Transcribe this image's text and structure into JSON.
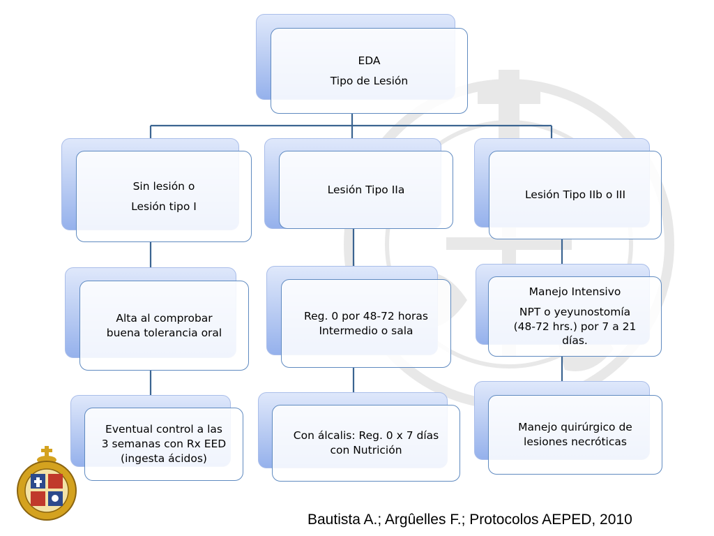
{
  "root": {
    "lines": [
      "EDA",
      "Tipo de Lesión"
    ]
  },
  "branches": [
    {
      "header": {
        "lines": [
          "Sin lesión o",
          "Lesión tipo I"
        ]
      },
      "steps": [
        {
          "lines": [
            "Alta al comprobar",
            "buena tolerancia oral"
          ]
        },
        {
          "lines": [
            "Eventual control a las",
            "3 semanas con Rx EED",
            "(ingesta ácidos)"
          ]
        }
      ]
    },
    {
      "header": {
        "lines": [
          "Lesión Tipo IIa"
        ]
      },
      "steps": [
        {
          "lines": [
            "Reg. 0 por 48-72 horas",
            "Intermedio o sala"
          ]
        },
        {
          "lines": [
            "Con álcalis: Reg. 0 x 7 días",
            "con Nutrición"
          ]
        }
      ]
    },
    {
      "header": {
        "lines": [
          "Lesión Tipo IIb o  III"
        ]
      },
      "steps": [
        {
          "lines": [
            "Manejo Intensivo",
            "NPT o yeyunostomía",
            "(48-72 hrs.) por 7 a 21",
            "días."
          ]
        },
        {
          "lines": [
            "Manejo quirúrgico de",
            "lesiones necróticas"
          ]
        }
      ]
    }
  ],
  "citation": "Bautista A.; Argûelles F.; Protocolos AEPED, 2010",
  "colors": {
    "connector": "#3b6491",
    "box_border": "#5f8ac0",
    "box_back_gradient": [
      "#dfe8fb",
      "#95b1ec"
    ],
    "seal_gold": "#d4a21f",
    "seal_red": "#c0392b",
    "seal_blue": "#2c4a8c"
  },
  "logo": {
    "icon": "university-seal-icon"
  }
}
